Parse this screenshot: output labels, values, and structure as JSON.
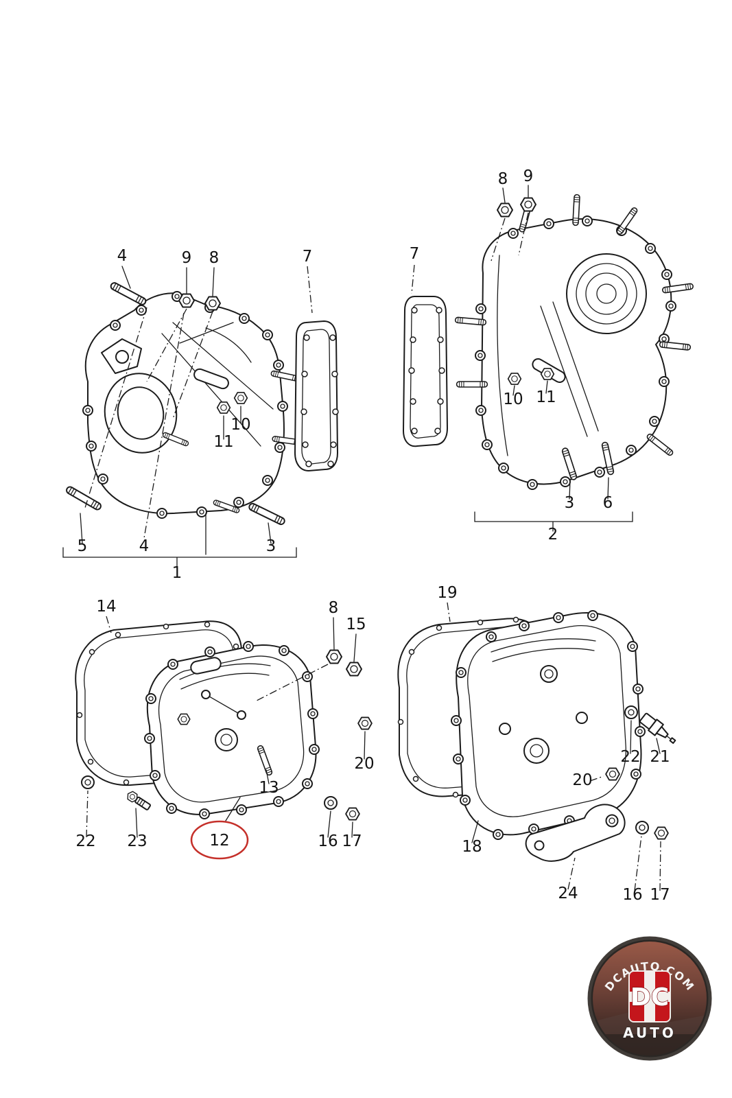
{
  "diagram": {
    "highlight_color": "#c5302a",
    "highlighted_part": "12"
  },
  "callouts": {
    "a1": [
      "4",
      "9",
      "8",
      "7",
      "10",
      "11",
      "5",
      "4",
      "3",
      "1"
    ],
    "a2": [
      "8",
      "9",
      "7",
      "10",
      "11",
      "3",
      "6",
      "2"
    ],
    "a3": [
      "14",
      "8",
      "15",
      "20",
      "13",
      "22",
      "23",
      "12",
      "16",
      "17"
    ],
    "a4": [
      "19",
      "22",
      "21",
      "20",
      "18",
      "24",
      "16",
      "17"
    ]
  },
  "logo": {
    "arc_text": "DCAUTO.COM",
    "monogram": "DC",
    "word": "AUTO"
  }
}
